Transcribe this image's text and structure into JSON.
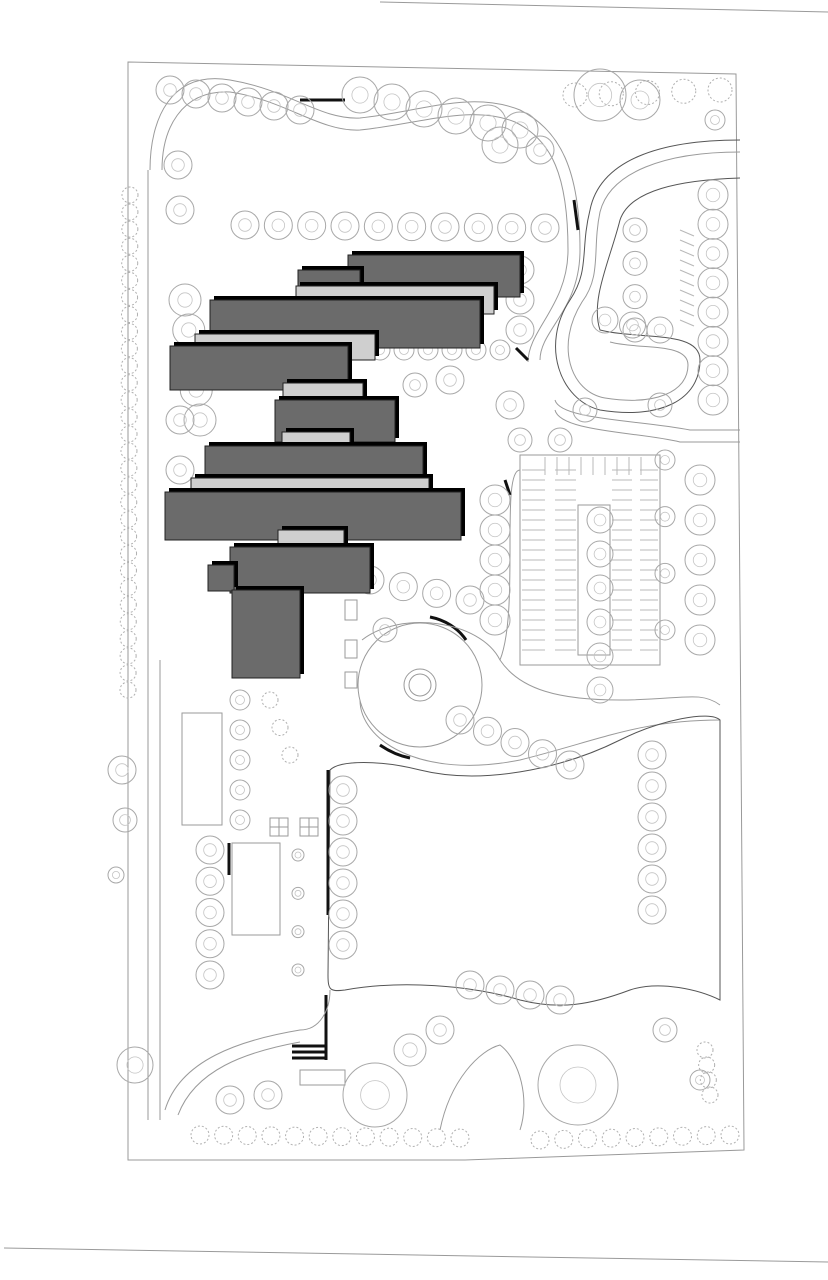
{
  "plan": {
    "colors": {
      "background": "#ffffff",
      "roof_dark": "#6b6b6b",
      "roof_light": "#cfcfcf",
      "shadow": "#000000",
      "linework": "#9a9a9a",
      "wall": "#111111"
    },
    "elements": [
      "site-boundary",
      "building-complex",
      "entrance-drive",
      "roundabout",
      "parking-lot",
      "courtyard-lawn",
      "garden-terraces",
      "perimeter-path",
      "trees"
    ]
  }
}
